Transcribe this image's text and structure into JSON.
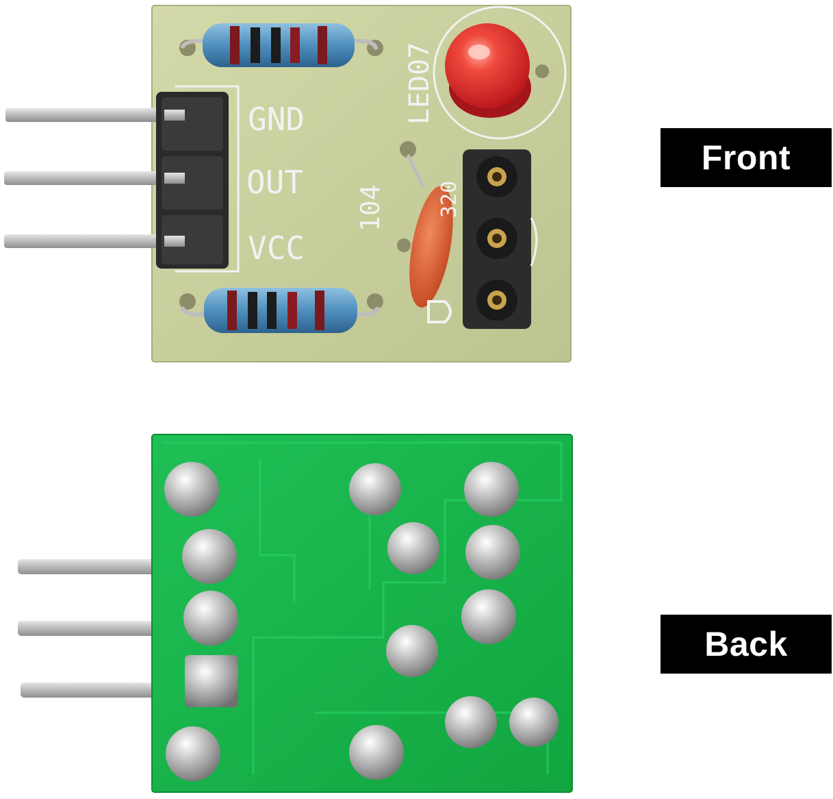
{
  "labels": {
    "front": "Front",
    "back": "Back"
  },
  "front_board": {
    "pin_labels": [
      "GND",
      "OUT",
      "VCC"
    ],
    "led_label": "LED07",
    "capacitor_code": "104"
  },
  "colors": {
    "front_pcb": "#c9cf9e",
    "back_pcb": "#17b24a",
    "led": "#e8302c",
    "capacitor": "#d8562e",
    "header_pins": "#c0c0c0",
    "label_bg": "#000000",
    "label_text": "#ffffff"
  }
}
